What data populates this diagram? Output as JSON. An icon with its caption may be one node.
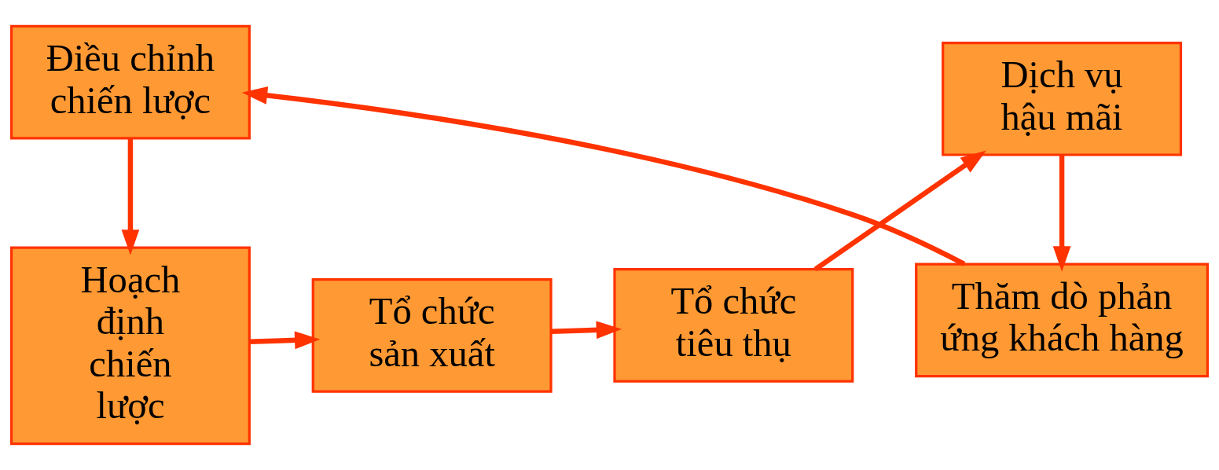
{
  "diagram": {
    "nodes": [
      {
        "text": [
          "Hoạch định chiến lược"
        ]
      },
      {
        "text": [
          "Tổ chức sản xuất"
        ]
      },
      {
        "text": [
          "Tổ chức tiêu thụ"
        ]
      },
      {
        "text": [
          "Dịch vụ hậu mãi"
        ]
      },
      {
        "text": [
          "Điều chỉnh chiến lược"
        ]
      },
      {
        "text": [
          "Thăm dò phản ứng khách hàng"
        ]
      }
    ],
    "edges": [
      {
        "from": 0,
        "to": 1,
        "arrow": "to"
      },
      {
        "from": 1,
        "to": 2,
        "arrow": "to"
      },
      {
        "from": 2,
        "to": 3,
        "arrow": "to"
      },
      {
        "from": 3,
        "to": 5,
        "arrow": "to"
      },
      {
        "from": 5,
        "to": 4,
        "arrow": "to"
      },
      {
        "from": 4,
        "to": 0,
        "arrow": "to"
      }
    ]
  }
}
